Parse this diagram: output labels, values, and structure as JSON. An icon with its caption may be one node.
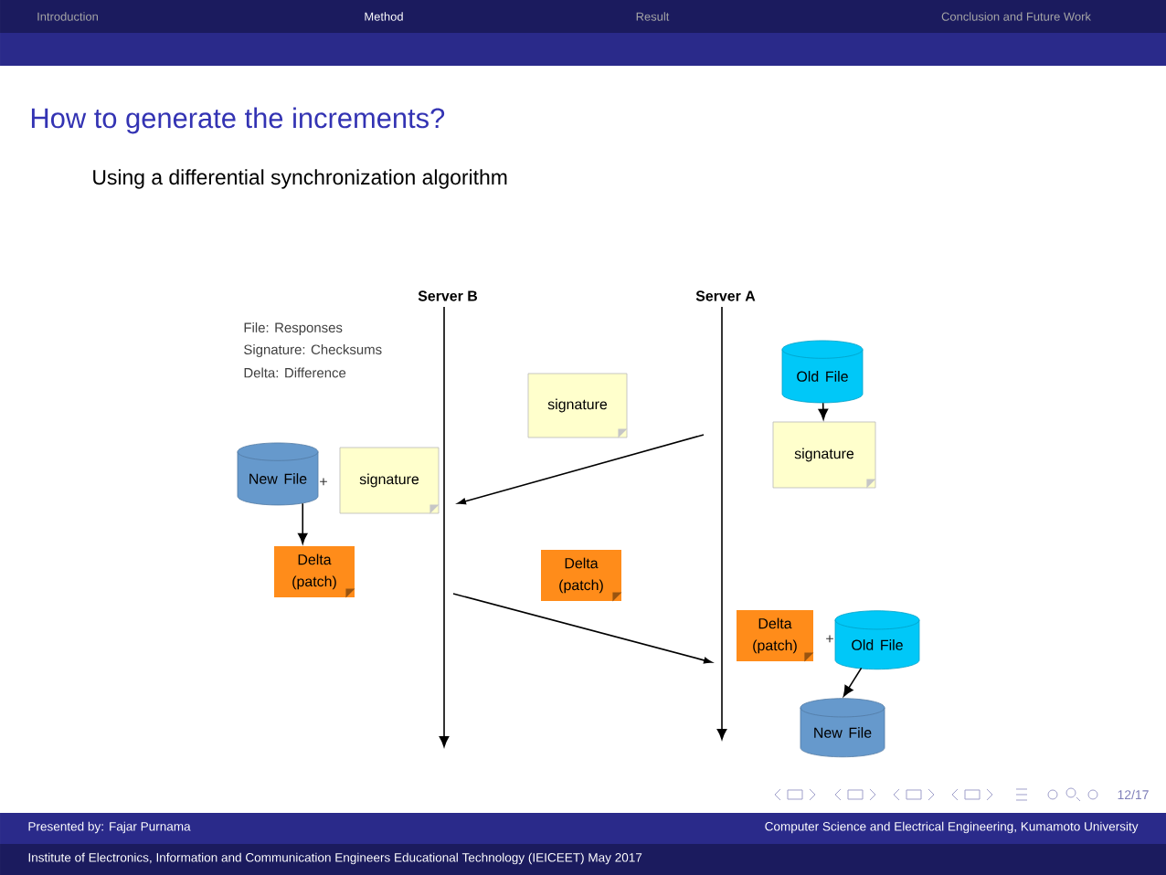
{
  "diagram": {
    "title": "How to generate the increments?",
    "nodes": [
      {
        "text": [
          "Server B"
        ]
      },
      {
        "text": [
          "Server A"
        ]
      },
      {
        "text": [
          "Old File"
        ]
      },
      {
        "text": [
          "signature"
        ]
      },
      {
        "text": [
          "signature"
        ]
      },
      {
        "text": [
          "New File"
        ]
      },
      {
        "text": [
          "signature"
        ]
      },
      {
        "text": [
          "Delta (patch)"
        ]
      },
      {
        "text": [
          "Delta (patch)"
        ]
      },
      {
        "text": [
          "Delta (patch)"
        ]
      },
      {
        "text": [
          "Old File"
        ]
      },
      {
        "text": [
          "New File"
        ]
      }
    ],
    "edges": [
      {
        "from": 0,
        "to": null,
        "arrow": "to"
      },
      {
        "from": 1,
        "to": null,
        "arrow": "to"
      },
      {
        "from": 2,
        "to": 3,
        "arrow": "to"
      },
      {
        "from": 5,
        "to": 7,
        "arrow": "to"
      },
      {
        "from": 10,
        "to": 11,
        "arrow": "to"
      }
    ],
    "labels": [
      "Introduction",
      "Method",
      "Result",
      "Conclusion and Future Work",
      "Using a differential synchronization algorithm",
      "File: Responses",
      "Signature: Checksums",
      "Delta: Difference",
      "+",
      "+",
      "12/17",
      "Presented by: Fajar Purnama",
      "Computer Science and Electrical Engineering, Kumamoto University",
      "Institute of Electronics, Information and Communication Engineers Educational Technology (IEICEET) May 2017"
    ]
  }
}
